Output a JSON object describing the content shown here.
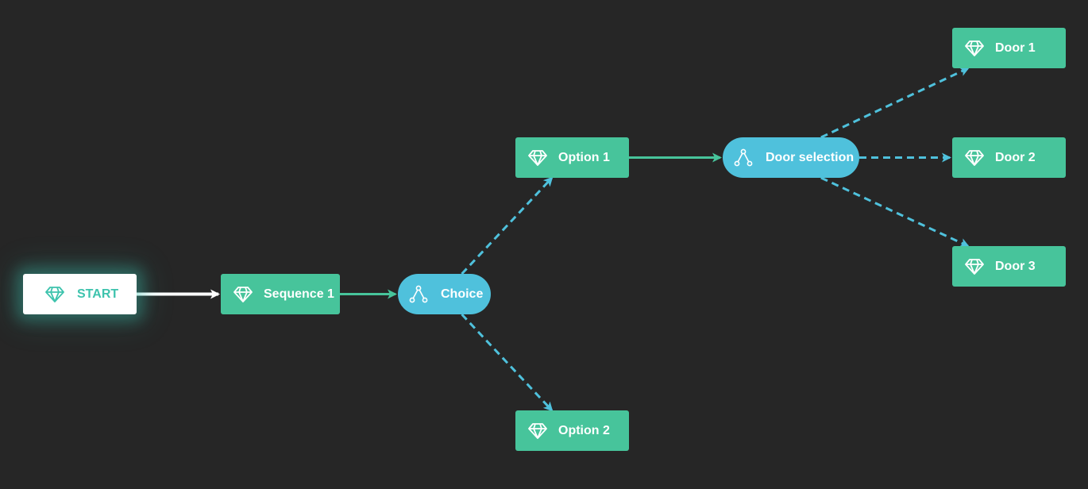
{
  "colors": {
    "background": "#262626",
    "step": "#47c49b",
    "branch": "#4fc1dc",
    "start_fill": "#ffffff",
    "start_text": "#3ec3ad",
    "edge_sequence": "#47c49b",
    "edge_branch": "#4fc1dc",
    "edge_start": "#ffffff"
  },
  "nodes": [
    {
      "id": "start",
      "kind": "start",
      "label": "START",
      "icon": "diamond-icon"
    },
    {
      "id": "sequence-1",
      "kind": "step",
      "label": "Sequence 1",
      "icon": "diamond-icon"
    },
    {
      "id": "choice",
      "kind": "branch",
      "label": "Choice",
      "icon": "branch-icon"
    },
    {
      "id": "option-1",
      "kind": "step",
      "label": "Option 1",
      "icon": "diamond-icon"
    },
    {
      "id": "option-2",
      "kind": "step",
      "label": "Option 2",
      "icon": "diamond-icon"
    },
    {
      "id": "door-selection",
      "kind": "branch",
      "label": "Door selection",
      "icon": "branch-icon"
    },
    {
      "id": "door-1",
      "kind": "step",
      "label": "Door 1",
      "icon": "diamond-icon"
    },
    {
      "id": "door-2",
      "kind": "step",
      "label": "Door 2",
      "icon": "diamond-icon"
    },
    {
      "id": "door-3",
      "kind": "step",
      "label": "Door 3",
      "icon": "diamond-icon"
    }
  ],
  "edges": [
    {
      "from": "start",
      "to": "sequence-1",
      "style": "solid-white"
    },
    {
      "from": "sequence-1",
      "to": "choice",
      "style": "solid"
    },
    {
      "from": "choice",
      "to": "option-1",
      "style": "dashed"
    },
    {
      "from": "choice",
      "to": "option-2",
      "style": "dashed"
    },
    {
      "from": "option-1",
      "to": "door-selection",
      "style": "solid"
    },
    {
      "from": "door-selection",
      "to": "door-1",
      "style": "dashed"
    },
    {
      "from": "door-selection",
      "to": "door-2",
      "style": "dashed"
    },
    {
      "from": "door-selection",
      "to": "door-3",
      "style": "dashed"
    }
  ]
}
